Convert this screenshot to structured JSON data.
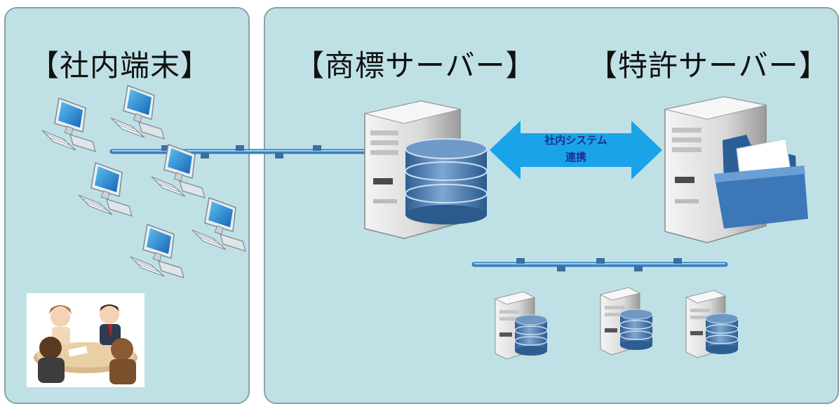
{
  "headings": {
    "internal_terminals": "【社内端末】",
    "trademark_server": "【商標サーバー】",
    "patent_server": "【特許サーバー】"
  },
  "link": {
    "line1": "社内システム",
    "line2": "連携"
  },
  "colors": {
    "panel_bg": "#bfe1e6",
    "arrow": "#1aa3e8",
    "screen": "#2b8fd6",
    "database": "#4f7fb0",
    "folder": "#2c6aa8"
  },
  "icons": {
    "terminals": "computer-terminal-icon",
    "server": "server-tower-icon",
    "database": "database-icon",
    "folder": "folder-icon",
    "meeting": "meeting-people-icon"
  }
}
